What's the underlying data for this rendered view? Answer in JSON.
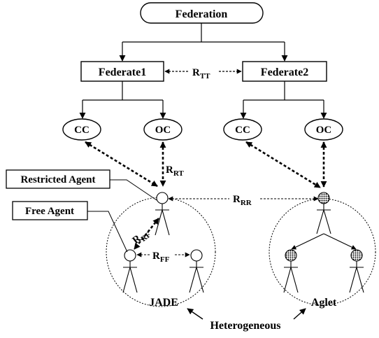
{
  "nodes": {
    "federation": "Federation",
    "federate1": "Federate1",
    "federate2": "Federate2",
    "cc_left": "CC",
    "oc_left": "OC",
    "cc_right": "CC",
    "oc_right": "OC"
  },
  "labels": {
    "restricted_agent": "Restricted Agent",
    "free_agent": "Free Agent",
    "jade": "JADE",
    "aglet": "Aglet",
    "heterogeneous": "Heterogeneous"
  },
  "relations": {
    "tt": {
      "main": "R",
      "sub": "TT"
    },
    "rt": {
      "main": "R",
      "sub": "RT"
    },
    "rr": {
      "main": "R",
      "sub": "RR"
    },
    "rf": {
      "main": "R",
      "sub": "RF"
    },
    "ff": {
      "main": "R",
      "sub": "FF"
    }
  },
  "colors": {
    "stroke": "#000000",
    "background": "#ffffff"
  }
}
